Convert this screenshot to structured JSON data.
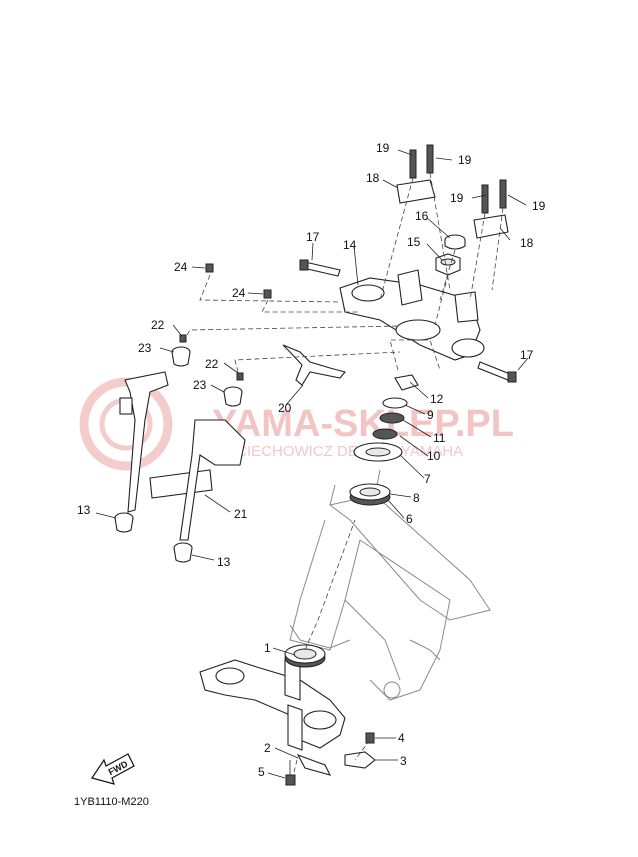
{
  "diagram": {
    "code": "1YB1110-M220",
    "fwd_label": "FWD",
    "watermark": {
      "title": "YAMA-SKLEP.PL",
      "subtitle": "SIECIECHOWICZ DEALER YAMAHA"
    },
    "callouts": [
      "1",
      "2",
      "3",
      "4",
      "5",
      "6",
      "7",
      "8",
      "9",
      "10",
      "11",
      "12",
      "13",
      "13",
      "14",
      "15",
      "16",
      "17",
      "17",
      "18",
      "18",
      "19",
      "19",
      "19",
      "19",
      "20",
      "21",
      "22",
      "22",
      "23",
      "23",
      "24",
      "24"
    ]
  },
  "colors": {
    "watermark": "#f3c4c4",
    "line": "#222222",
    "frame_ghost": "#8a8a8a"
  }
}
